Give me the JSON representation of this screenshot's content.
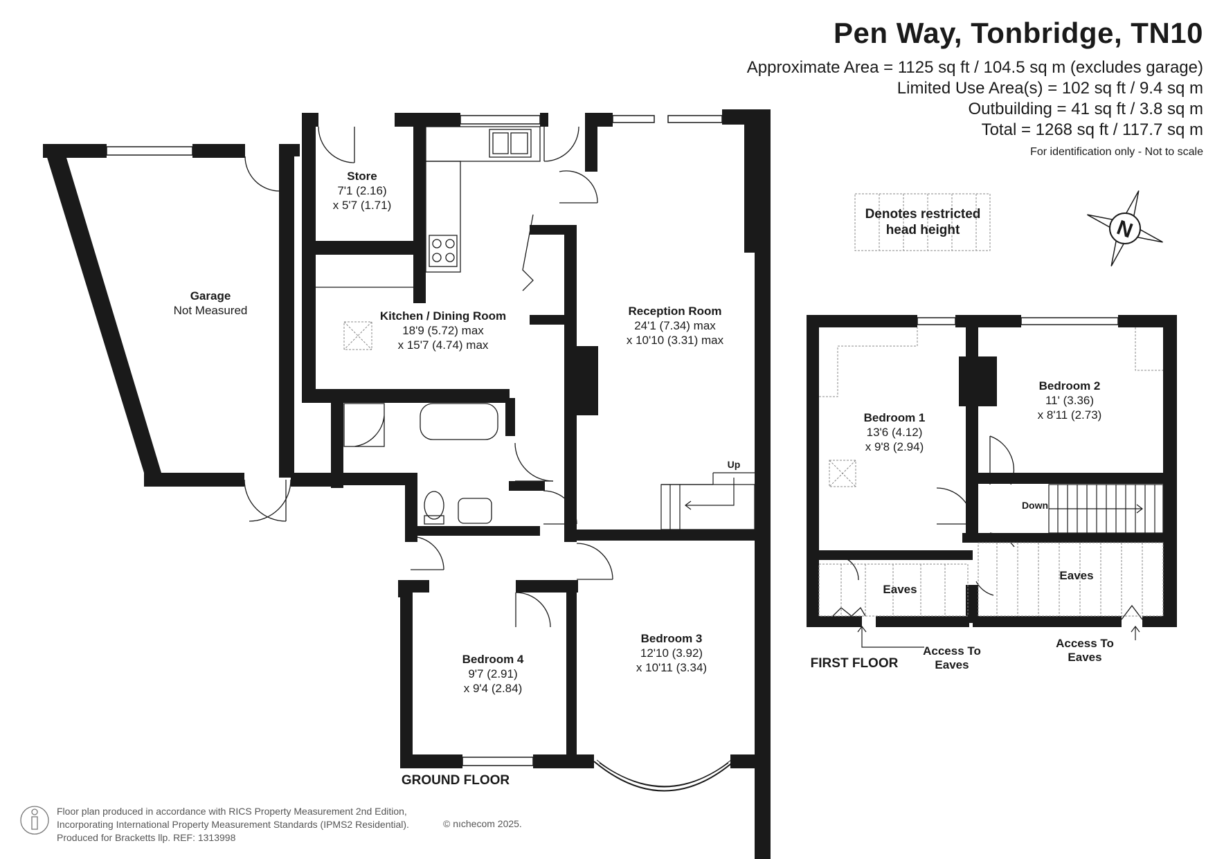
{
  "header": {
    "title": "Pen Way, Tonbridge, TN10",
    "areas": [
      "Approximate Area = 1125 sq ft / 104.5 sq m (excludes garage)",
      "Limited Use Area(s) = 102 sq ft / 9.4 sq m",
      "Outbuilding = 41 sq ft / 3.8 sq m",
      "Total = 1268 sq ft / 117.7 sq m"
    ],
    "note": "For identification only - Not to scale"
  },
  "legend": {
    "line1": "Denotes restricted",
    "line2": "head height"
  },
  "compass": {
    "label": "N"
  },
  "ground_floor": {
    "label": "GROUND FLOOR",
    "rooms": {
      "garage": {
        "name": "Garage",
        "dims1": "Not Measured"
      },
      "store": {
        "name": "Store",
        "dims1": "7'1 (2.16)",
        "dims2": "x 5'7 (1.71)"
      },
      "kitchen": {
        "name": "Kitchen / Dining Room",
        "dims1": "18'9 (5.72) max",
        "dims2": "x 15'7 (4.74) max"
      },
      "reception": {
        "name": "Reception Room",
        "dims1": "24'1 (7.34) max",
        "dims2": "x 10'10 (3.31) max"
      },
      "bedroom3": {
        "name": "Bedroom 3",
        "dims1": "12'10 (3.92)",
        "dims2": "x 10'11 (3.34)"
      },
      "bedroom4": {
        "name": "Bedroom 4",
        "dims1": "9'7 (2.91)",
        "dims2": "x 9'4 (2.84)"
      }
    },
    "stairs_label": "Up"
  },
  "first_floor": {
    "label": "FIRST FLOOR",
    "rooms": {
      "bedroom1": {
        "name": "Bedroom 1",
        "dims1": "13'6 (4.12)",
        "dims2": "x 9'8 (2.94)"
      },
      "bedroom2": {
        "name": "Bedroom 2",
        "dims1": "11' (3.36)",
        "dims2": "x 8'11 (2.73)"
      },
      "eaves_left": {
        "name": "Eaves"
      },
      "eaves_right": {
        "name": "Eaves"
      }
    },
    "stairs_label": "Down",
    "access_left": {
      "line1": "Access To",
      "line2": "Eaves"
    },
    "access_right": {
      "line1": "Access To",
      "line2": "Eaves"
    }
  },
  "footer": {
    "lines": [
      "Floor plan produced in accordance with RICS Property Measurement 2nd Edition,",
      "Incorporating International Property Measurement Standards (IPMS2 Residential).",
      "Produced for Bracketts llp.   REF:  1313998"
    ],
    "copyright": "© nıchecom 2025."
  }
}
